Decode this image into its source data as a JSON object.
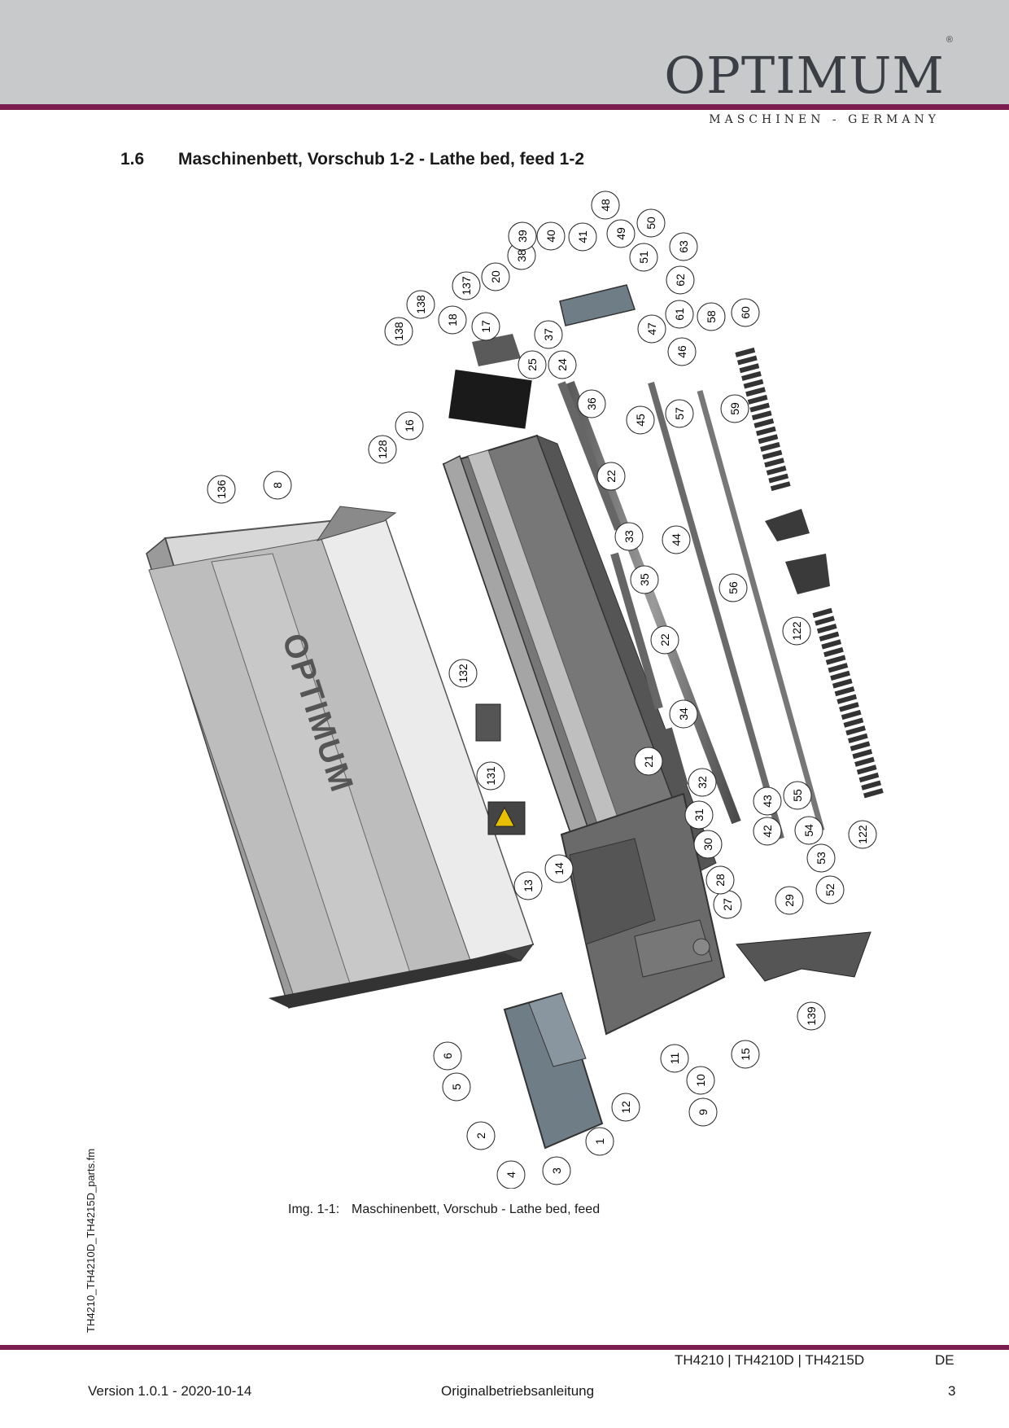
{
  "header": {
    "brand": "OPTIMUM",
    "registered": "®",
    "tagline": "MASCHINEN - GERMANY"
  },
  "section": {
    "number": "1.6",
    "title": "Maschinenbett, Vorschub 1-2 - Lathe bed, feed 1-2"
  },
  "figure": {
    "panel_logo": "OPTIMUM",
    "callouts": [
      "1",
      "2",
      "3",
      "4",
      "5",
      "6",
      "8",
      "9",
      "10",
      "11",
      "12",
      "13",
      "14",
      "15",
      "16",
      "17",
      "18",
      "20",
      "21",
      "22",
      "22",
      "24",
      "25",
      "27",
      "28",
      "29",
      "30",
      "31",
      "32",
      "33",
      "34",
      "35",
      "36",
      "37",
      "38",
      "39",
      "40",
      "41",
      "42",
      "43",
      "44",
      "45",
      "46",
      "47",
      "48",
      "49",
      "50",
      "51",
      "52",
      "53",
      "54",
      "55",
      "56",
      "57",
      "58",
      "59",
      "60",
      "61",
      "62",
      "63",
      "122",
      "122",
      "128",
      "131",
      "132",
      "136",
      "137",
      "138",
      "138",
      "139"
    ]
  },
  "caption": {
    "label": "Img. 1-1:",
    "text": "Maschinenbett, Vorschub - Lathe bed, feed"
  },
  "sidebar": {
    "filename": "TH4210_TH4210D_TH4215D_parts.fm"
  },
  "footer": {
    "models": "TH4210 | TH4210D | TH4215D",
    "lang": "DE",
    "version": "Version 1.0.1 - 2020-10-14",
    "doc_title": "Originalbetriebsanleitung",
    "page": "3"
  }
}
